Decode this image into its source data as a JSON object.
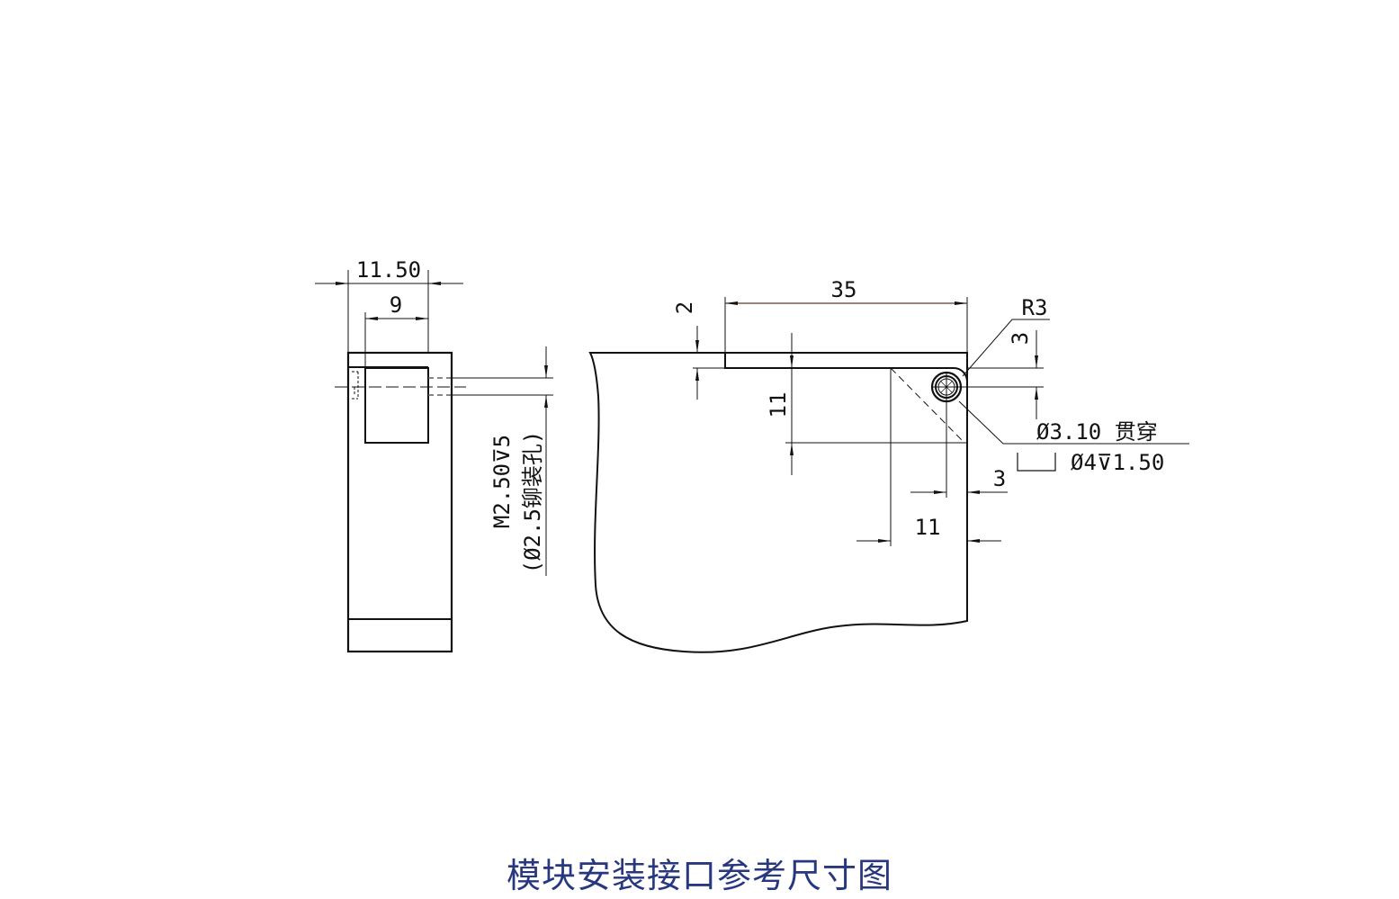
{
  "title": "模块安装接口参考尺寸图",
  "side_view": {
    "dim_width_total": "11.50",
    "dim_width_pocket": "9",
    "hole_note_line1": "M2.50⊽5",
    "hole_note_line2": "(Ø2.5铆装孔)"
  },
  "top_view": {
    "dim_length": "35",
    "dim_step": "2",
    "dim_vertical": "11",
    "dim_radius": "R3",
    "dim_hole_vertical": "3",
    "dim_hole_horizontal": "3",
    "dim_horizontal": "11",
    "hole_callout": "Ø3.10 贯穿",
    "counterbore_callout": "Ø4⊽1.50"
  },
  "colors": {
    "line": "#111111",
    "title": "#27387f"
  }
}
